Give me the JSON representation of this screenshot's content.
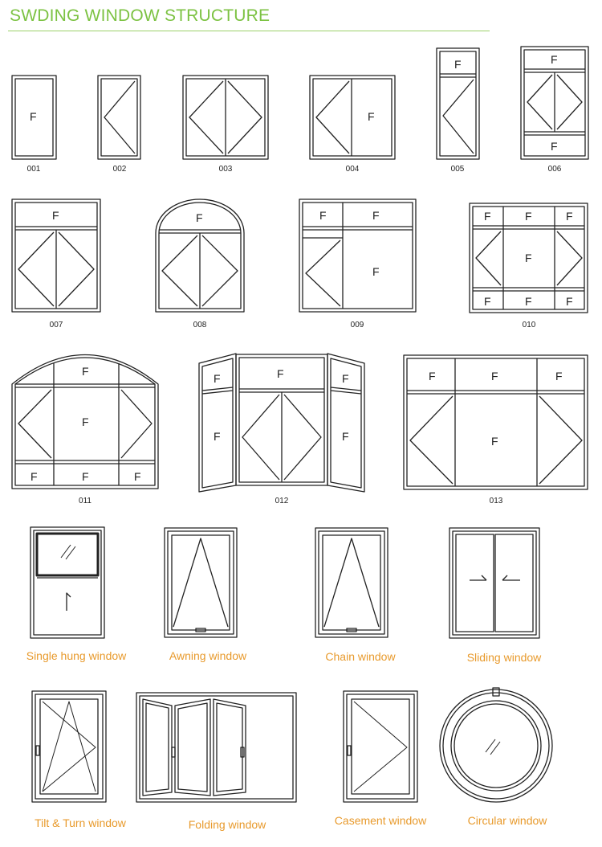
{
  "title": "SWDING WINDOW STRUCTURE",
  "colors": {
    "title": "#7cc242",
    "caption": "#e89a2c",
    "line": "#222222"
  },
  "fixed_mark": "F",
  "codes": [
    "001",
    "002",
    "003",
    "004",
    "005",
    "006",
    "007",
    "008",
    "009",
    "010",
    "011",
    "012",
    "013"
  ],
  "types": [
    "Single hung window",
    "Awning window",
    "Chain window",
    "Sliding window",
    "Tilt & Turn window",
    "Folding window",
    "Casement window",
    "Circular window"
  ]
}
